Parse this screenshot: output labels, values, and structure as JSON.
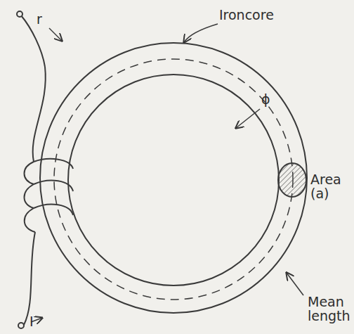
{
  "diagram": {
    "labels": [
      "Ironcore",
      "r",
      "ϕ",
      "Area (a)",
      "Mean length",
      "I"
    ]
  }
}
